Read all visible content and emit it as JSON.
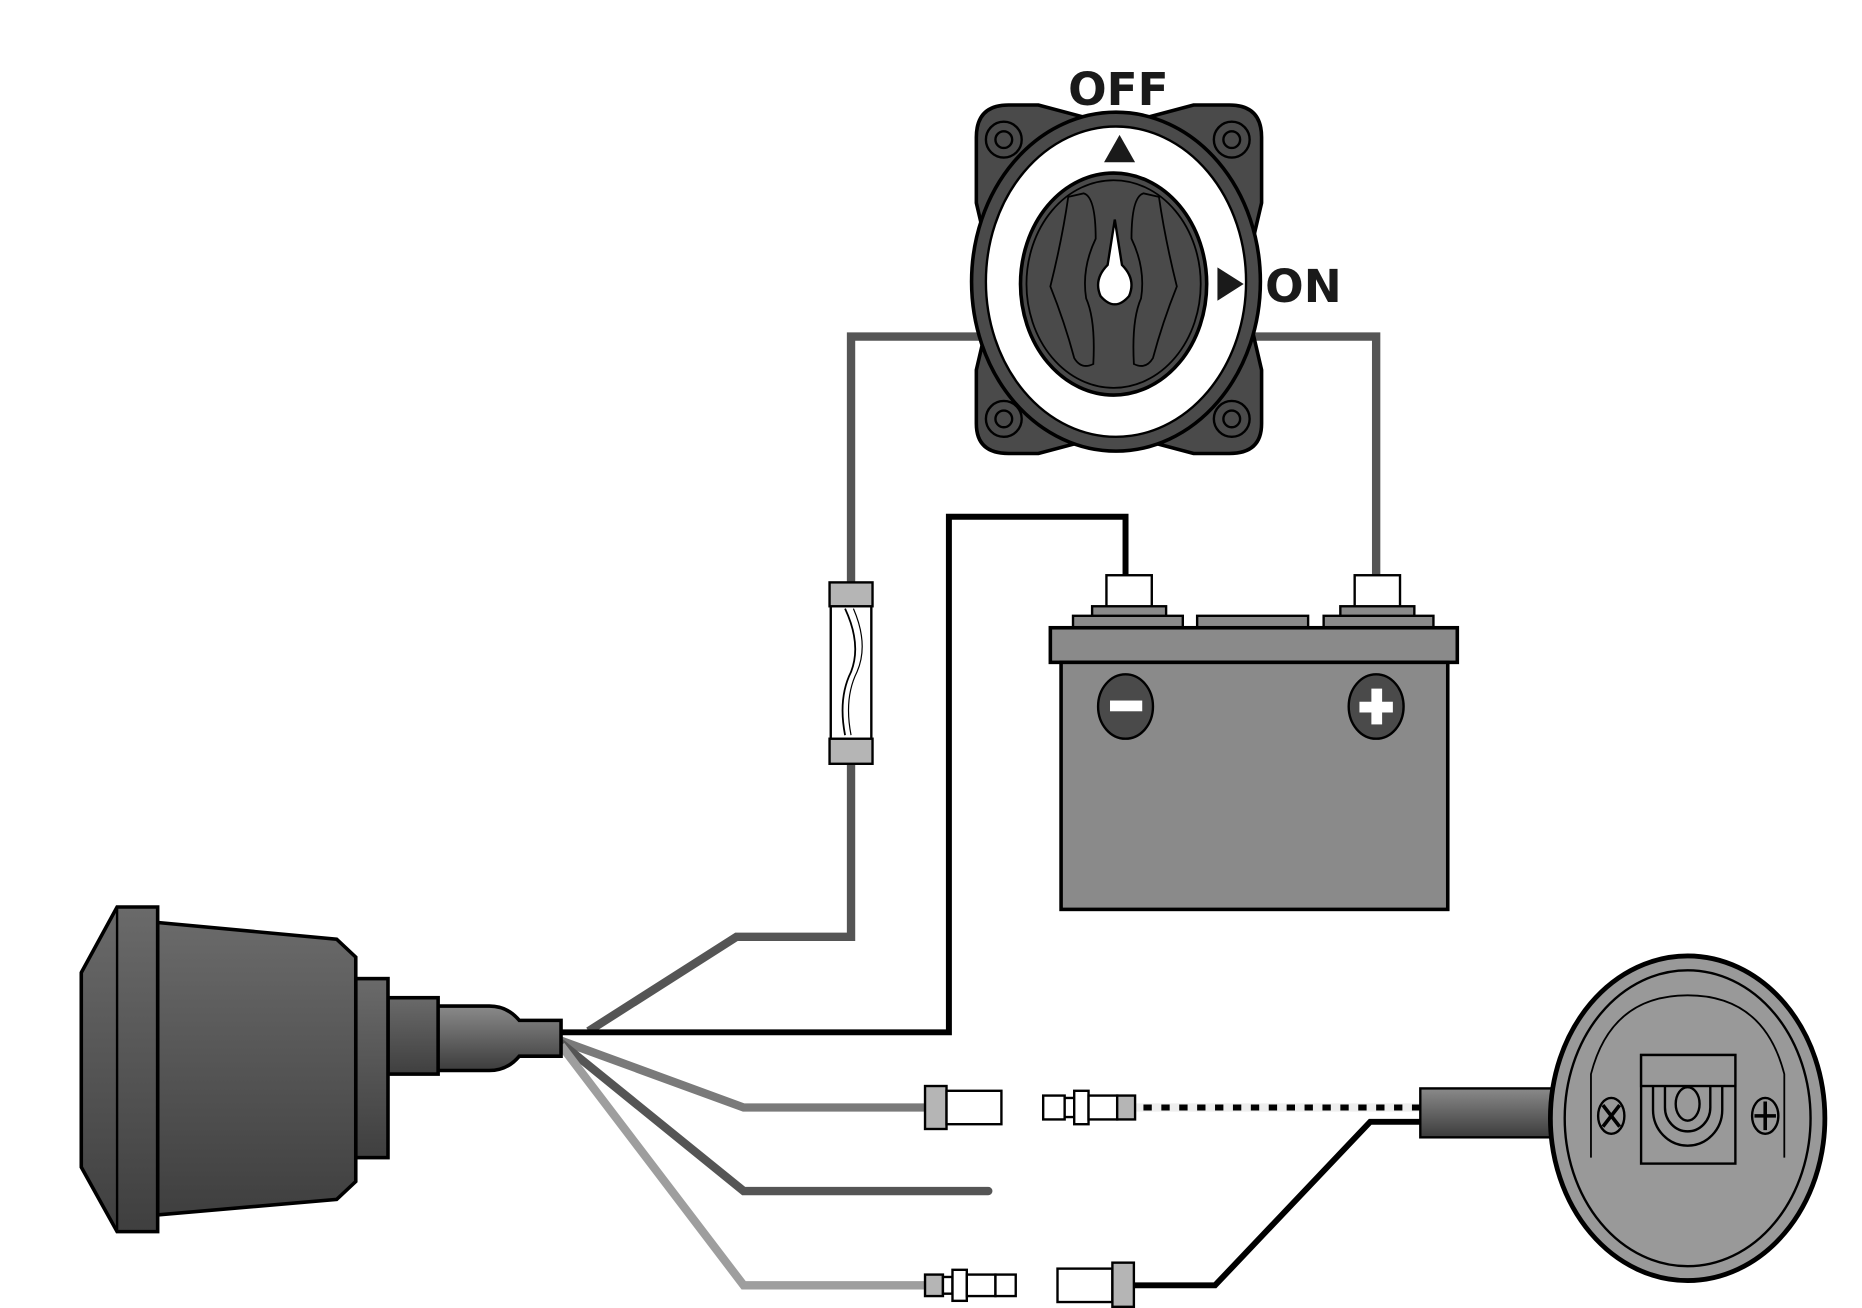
{
  "switch": {
    "off_label": "OFF",
    "on_label": "ON",
    "position": "OFF"
  },
  "battery": {
    "negative_symbol": "minus-icon",
    "positive_symbol": "plus-icon"
  },
  "colors": {
    "switch_body": "#4a4a4a",
    "battery_body": "#8a8a8a",
    "wire_dark_gray": "#555555",
    "wire_gray": "#7a7a7a",
    "wire_light_gray": "#9e9e9e",
    "wire_black": "#000000",
    "sender_body": "#999999"
  }
}
